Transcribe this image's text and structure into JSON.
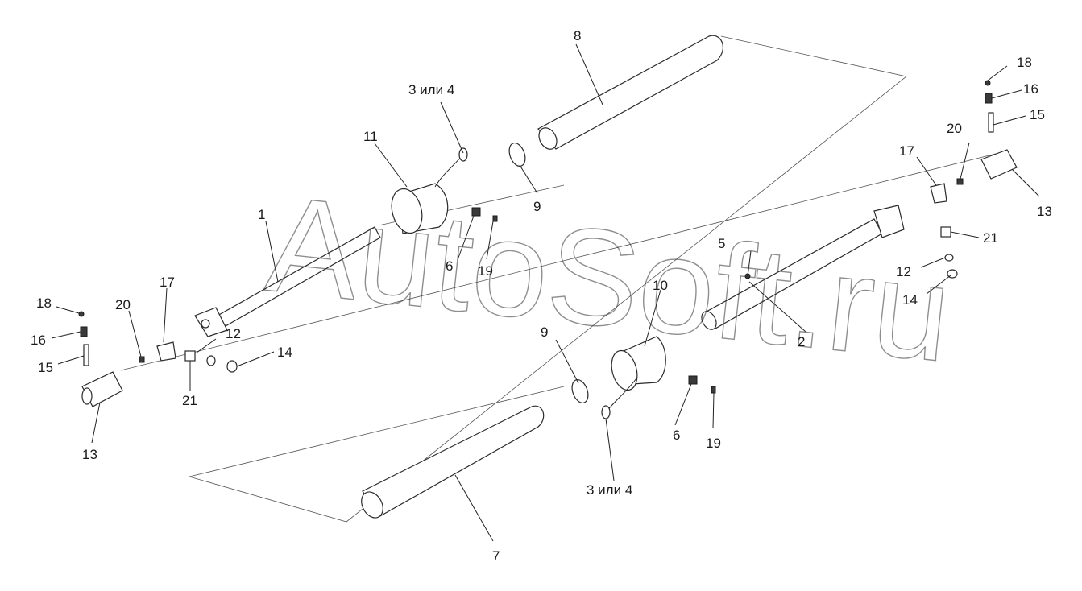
{
  "watermark": "AutoSoft.ru",
  "labels": {
    "l1": "1",
    "l2": "2",
    "l3a": "3 или 4",
    "l3b": "3 или 4",
    "l5": "5",
    "l6a": "6",
    "l6b": "6",
    "l7": "7",
    "l8": "8",
    "l9a": "9",
    "l9b": "9",
    "l10": "10",
    "l11": "11",
    "l12a": "12",
    "l12b": "12",
    "l13a": "13",
    "l13b": "13",
    "l14a": "14",
    "l14b": "14",
    "l15a": "15",
    "l15b": "15",
    "l16a": "16",
    "l16b": "16",
    "l17a": "17",
    "l17b": "17",
    "l18a": "18",
    "l18b": "18",
    "l19a": "19",
    "l19b": "19",
    "l20a": "20",
    "l20b": "20",
    "l21a": "21",
    "l21b": "21"
  }
}
